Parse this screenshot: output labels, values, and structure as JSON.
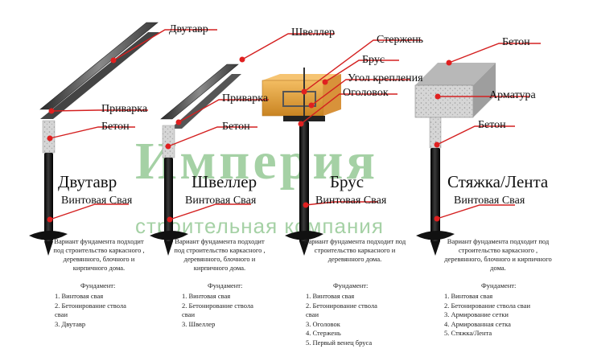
{
  "watermark": {
    "brand": "Империя",
    "tagline": "строительная компания"
  },
  "colors": {
    "leader": "#d42020",
    "dot": "#e02020",
    "pile": "#141414",
    "concrete": "#cfcfcf",
    "steel": "#8a8a8a",
    "wood": "#e8a040",
    "watermark": "#3a9a3a"
  },
  "variants": [
    {
      "title": "Двутавр",
      "pile": "Винтовая Свая",
      "callouts": [
        "Двутавр",
        "Приварка",
        "Бетон"
      ],
      "description": "Вариант фундамента подходит под строительство каркасного , деревянного, блочного и кирпичного дома.",
      "foundation_label": "Фундамент:",
      "foundation_items": [
        "1. Винтовая свая",
        "2. Бетонирование ствола сваи",
        "3. Двутавр"
      ]
    },
    {
      "title": "Швеллер",
      "pile": "Винтовая Свая",
      "callouts": [
        "Швеллер",
        "Приварка",
        "Бетон"
      ],
      "description": "Вариант фундамента подходит под строительство каркасного , деревянного, блочного и кирпичного дома.",
      "foundation_label": "Фундамент:",
      "foundation_items": [
        "1. Винтовая свая",
        "2. Бетонирование ствола сваи",
        "3. Швеллер"
      ]
    },
    {
      "title": "Брус",
      "pile": "Винтовая Свая",
      "callouts": [
        "Стержень",
        "Брус",
        "Угол крепления",
        "Оголовок"
      ],
      "description": "Вариант фундамента подходит под строительство каркасного и деревянного дома.",
      "foundation_label": "Фундамент:",
      "foundation_items": [
        "1. Винтовая свая",
        "2. Бетонирование ствола сваи",
        "3. Оголовок",
        "4. Стержень",
        "5. Первый венец бруса"
      ]
    },
    {
      "title": "Стяжка/Лента",
      "pile": "Винтовая Свая",
      "callouts": [
        "Бетон",
        "Арматура",
        "Бетон"
      ],
      "description": "Вариант фундамента подходит под строительство каркасного , деревянного, блочного и кирпичного дома.",
      "foundation_label": "Фундамент:",
      "foundation_items": [
        "1. Винтовая свая",
        "2. Бетонирование ствола сваи",
        "3. Армирование сетки",
        "4. Армированная сетка",
        "5. Стяжка/Лента"
      ]
    }
  ]
}
